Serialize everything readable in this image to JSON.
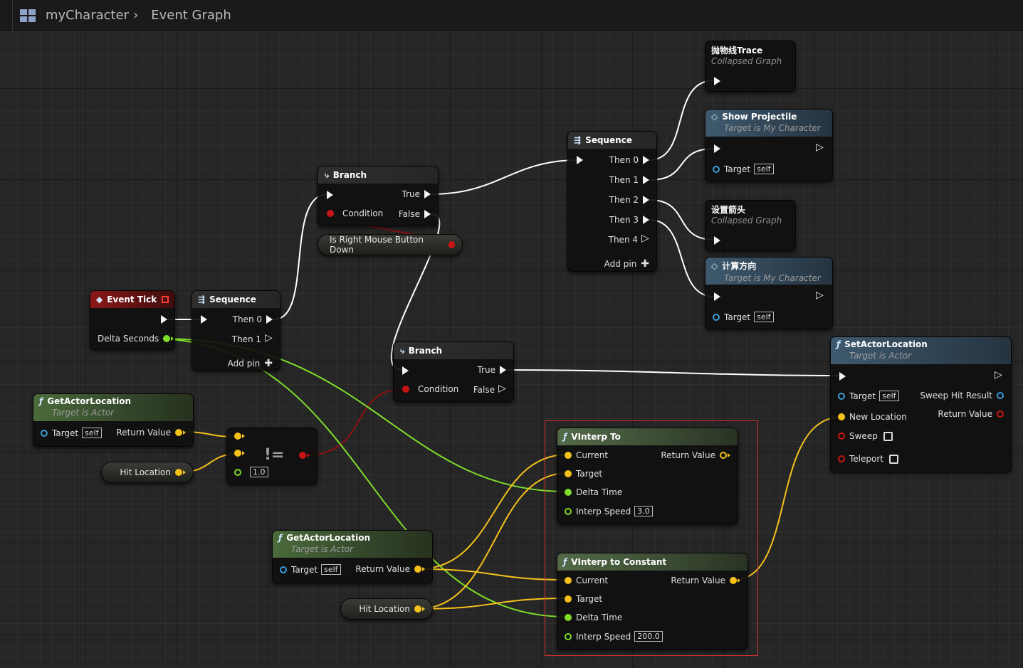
{
  "header": {
    "app_title": "myCharacter",
    "separator": "›",
    "page": "Event Graph"
  },
  "colors": {
    "exec_wire": "#ffffff",
    "float_wire": "#7edc2a",
    "vector_wire": "#f6c11b",
    "bool_wire": "#8c1010",
    "selection": "#d13030"
  },
  "nodes": {
    "event_tick": {
      "title": "Event Tick",
      "delta": "Delta Seconds"
    },
    "sequence1": {
      "title": "Sequence",
      "then0": "Then 0",
      "then1": "Then 1",
      "add": "Add pin"
    },
    "branch1": {
      "title": "Branch",
      "true": "True",
      "false": "False",
      "condition": "Condition"
    },
    "is_rmb": {
      "label": "Is Right Mouse Button Down"
    },
    "sequence2": {
      "title": "Sequence",
      "then0": "Then 0",
      "then1": "Then 1",
      "then2": "Then 2",
      "then3": "Then 3",
      "then4": "Then 4",
      "add": "Add pin"
    },
    "trace": {
      "title": "抛物线Trace",
      "sub": "Collapsed Graph"
    },
    "show_projectile": {
      "title": "Show Projectile",
      "sub": "Target is My Character",
      "target": "Target",
      "self": "self"
    },
    "arrow": {
      "title": "设置箭头",
      "sub": "Collapsed Graph"
    },
    "calc_dir": {
      "title": "计算方向",
      "sub": "Target is My Character",
      "target": "Target",
      "self": "self"
    },
    "branch2": {
      "title": "Branch",
      "true": "True",
      "false": "False",
      "condition": "Condition"
    },
    "set_actor_location": {
      "title": "SetActorLocation",
      "sub": "Target is Actor",
      "target": "Target",
      "self": "self",
      "sweep_hit": "Sweep Hit Result",
      "new_location": "New Location",
      "return_value": "Return Value",
      "sweep": "Sweep",
      "teleport": "Teleport"
    },
    "get_actor_location1": {
      "title": "GetActorLocation",
      "sub": "Target is Actor",
      "target": "Target",
      "self": "self",
      "return_value": "Return Value"
    },
    "hit_location1": {
      "label": "Hit Location"
    },
    "not_equal": {
      "symbol": "!=",
      "tolerance": "1.0"
    },
    "vinterp_to": {
      "title": "VInterp To",
      "current": "Current",
      "target": "Target",
      "delta": "Delta Time",
      "speed": "Interp Speed",
      "speed_value": "3.0",
      "return_value": "Return Value"
    },
    "get_actor_location2": {
      "title": "GetActorLocation",
      "sub": "Target is Actor",
      "target": "Target",
      "self": "self",
      "return_value": "Return Value"
    },
    "hit_location2": {
      "label": "Hit Location"
    },
    "vinterp_const": {
      "title": "VInterp to Constant",
      "current": "Current",
      "target": "Target",
      "delta": "Delta Time",
      "speed": "Interp Speed",
      "speed_value": "200.0",
      "return_value": "Return Value"
    }
  }
}
